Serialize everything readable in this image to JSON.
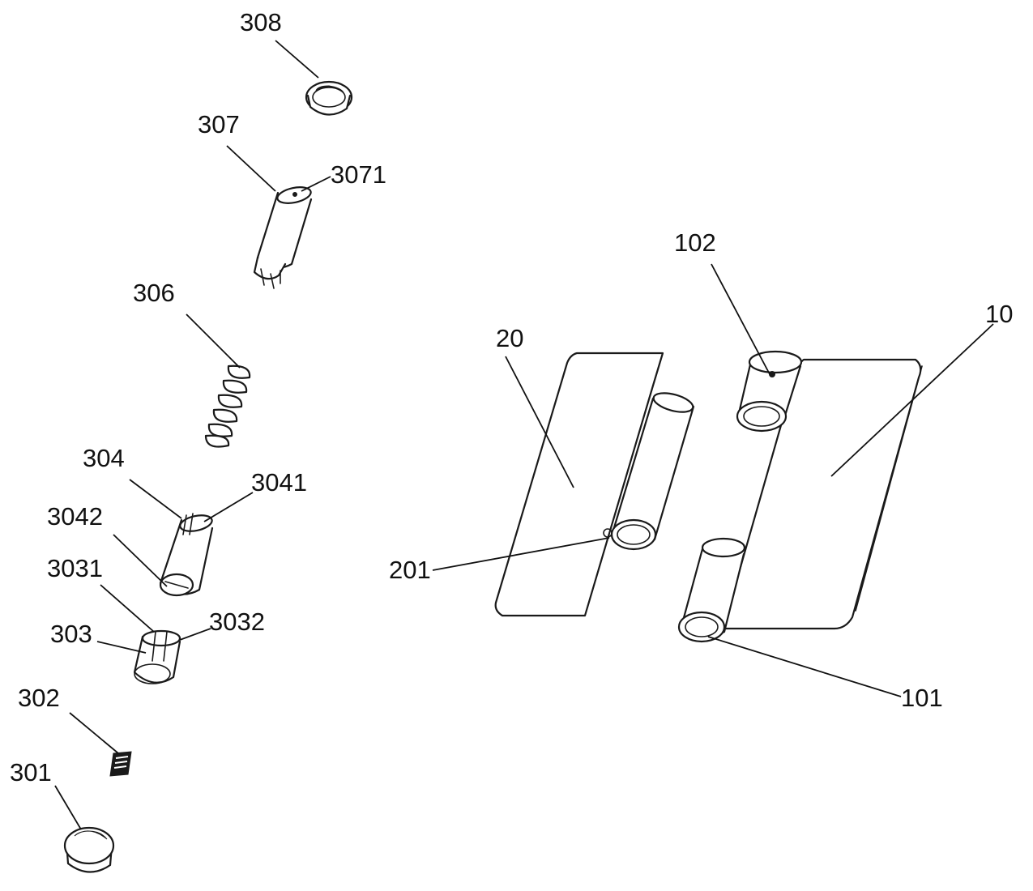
{
  "labels": {
    "l308": "308",
    "l307": "307",
    "l3071": "3071",
    "l306": "306",
    "l304": "304",
    "l3041": "3041",
    "l3042": "3042",
    "l3031": "3031",
    "l303": "303",
    "l3032": "3032",
    "l302": "302",
    "l301": "301",
    "l102": "102",
    "l10": "10",
    "l20": "20",
    "l201": "201",
    "l101": "101"
  }
}
